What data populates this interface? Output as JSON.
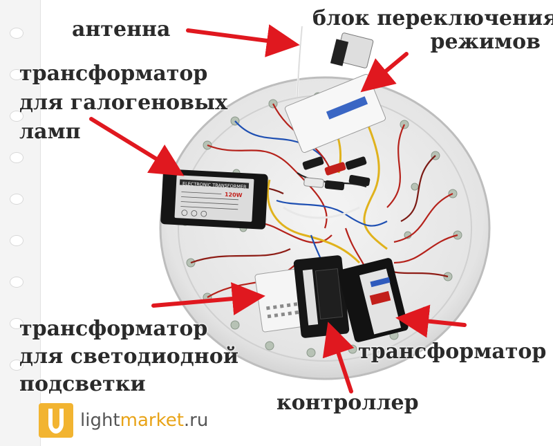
{
  "labels": {
    "antenna": "антенна",
    "mode_switch": [
      "блок переключения",
      "режимов"
    ],
    "halogen_transformer": [
      "трансформатор",
      "для галогеновых",
      "ламп"
    ],
    "led_transformer": [
      "трансформатор",
      "для светодиодной",
      "подсветки"
    ],
    "transformer": "трансформатор",
    "controller": "контроллер"
  },
  "halogen_module_text": "ELECTRONIC TRANSFORMER",
  "halogen_module_power": "120W",
  "logo": {
    "light": "light",
    "market": "market",
    "domain": ".ru"
  },
  "colors": {
    "arrow": "#e0181f",
    "plate": "#e9e9e9",
    "logo": "#f2b431"
  }
}
